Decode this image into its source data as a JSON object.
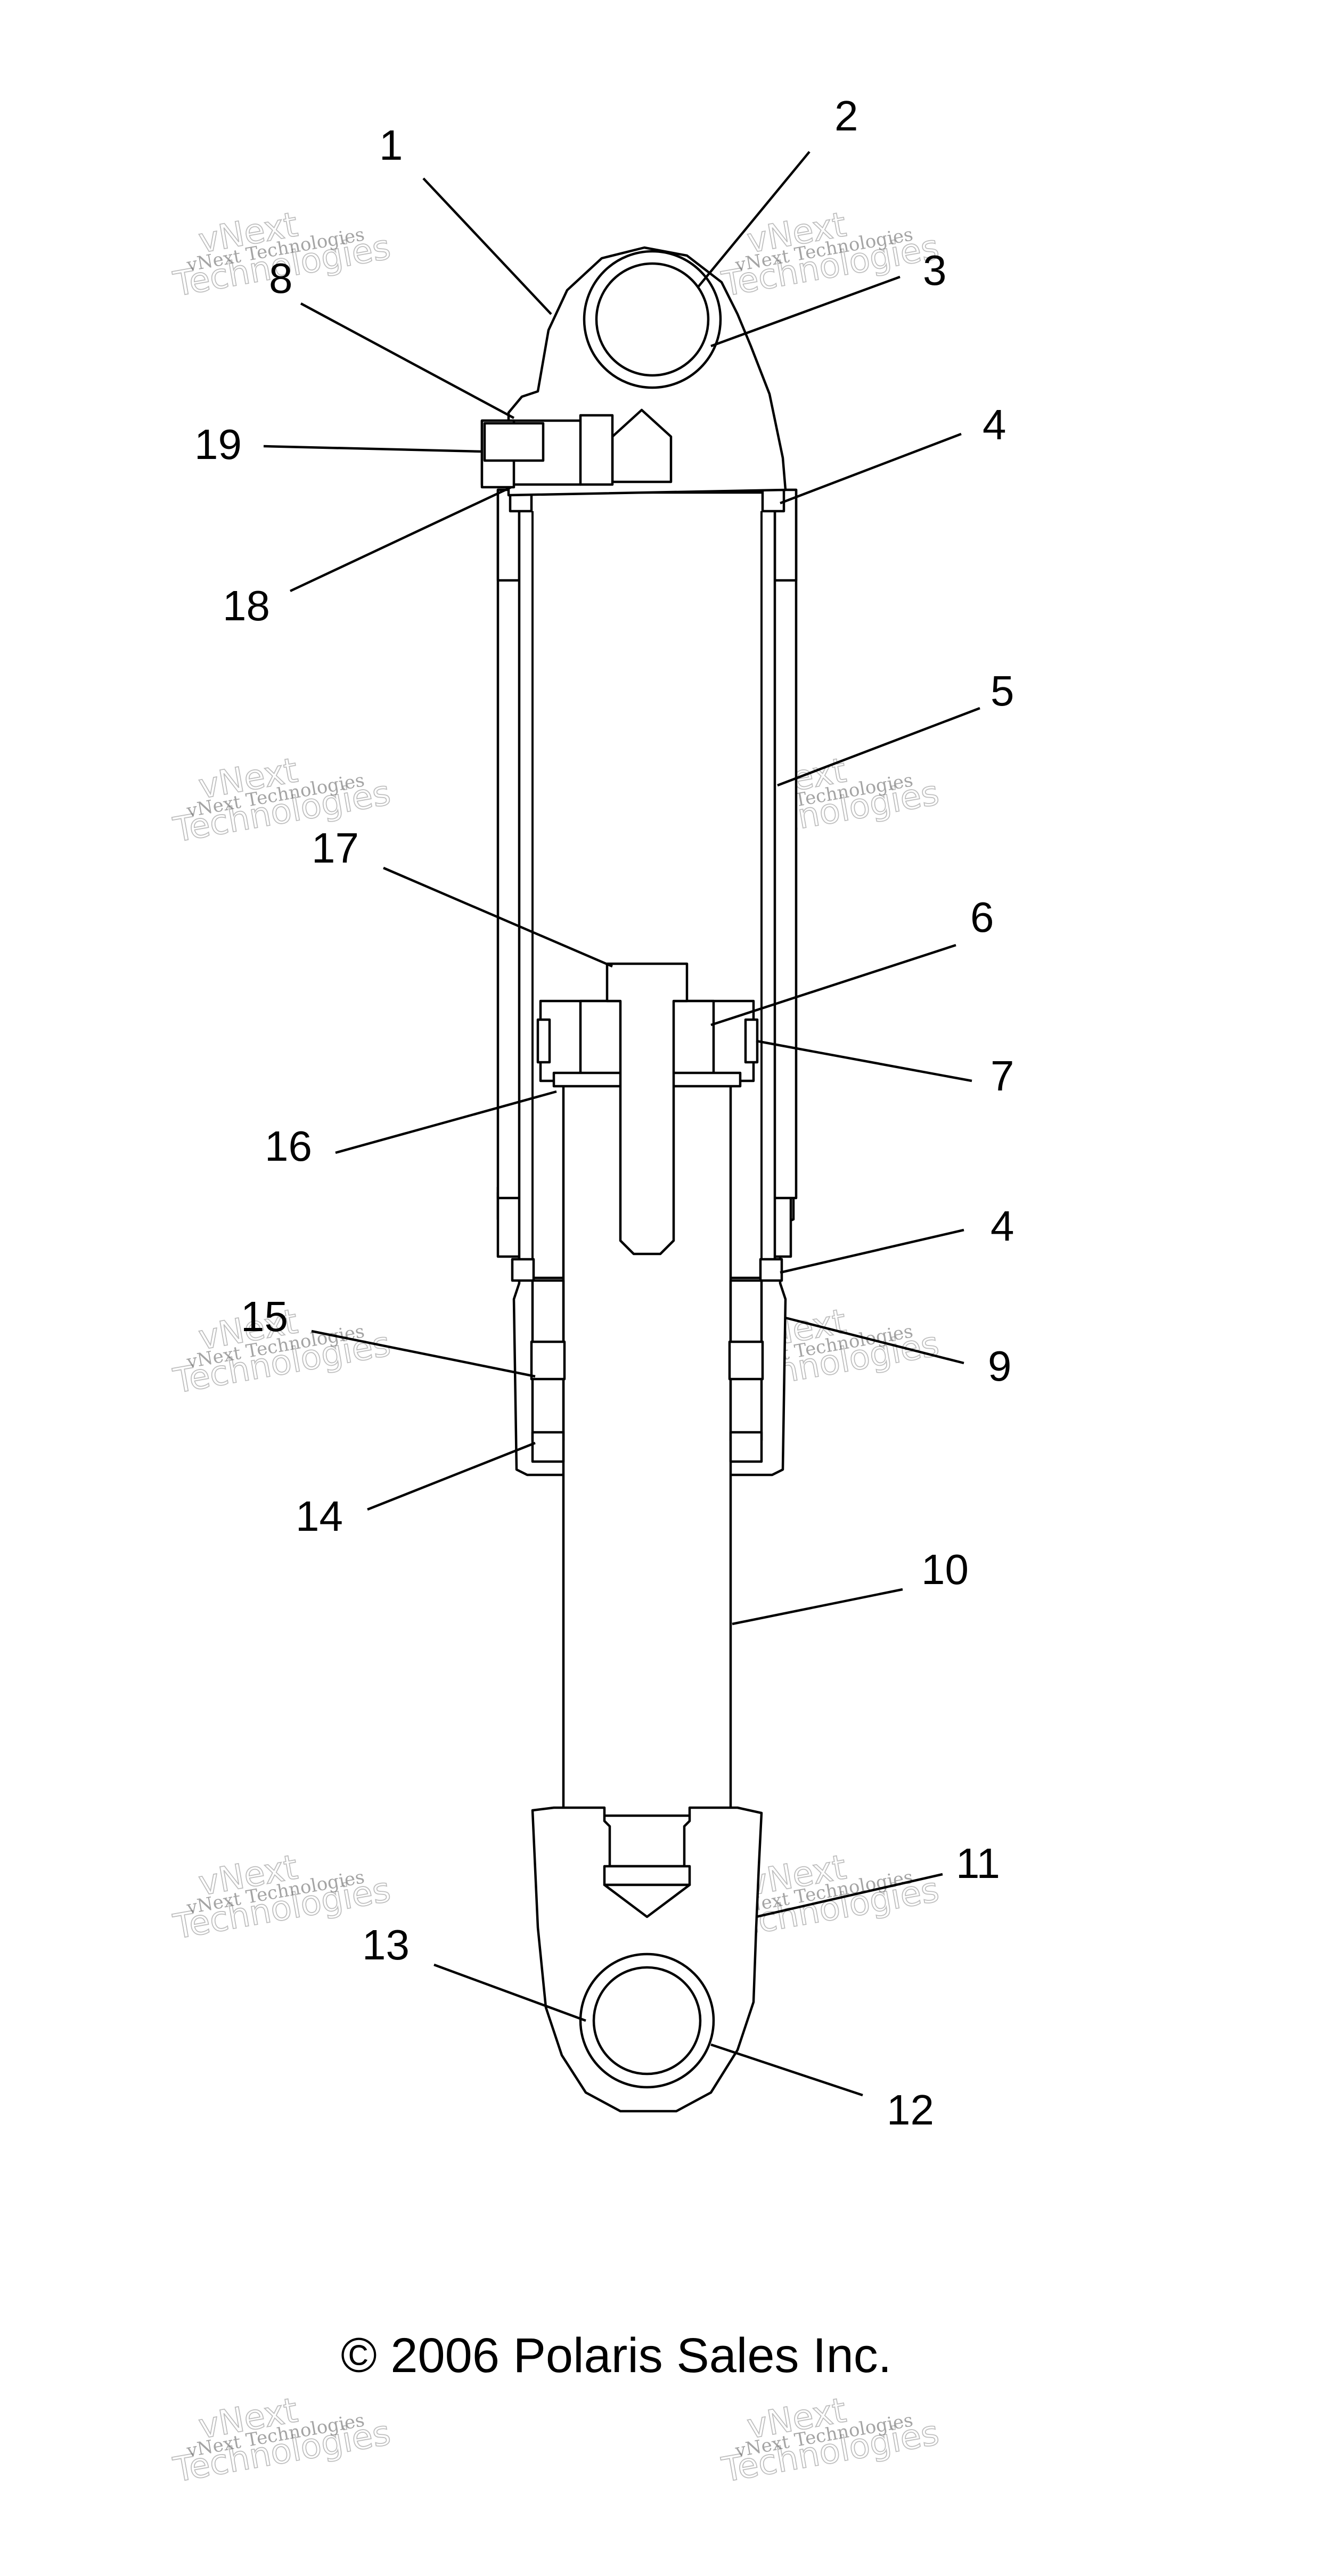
{
  "callouts": [
    {
      "label": "1"
    },
    {
      "label": "2"
    },
    {
      "label": "3"
    },
    {
      "label": "8"
    },
    {
      "label": "19"
    },
    {
      "label": "18"
    },
    {
      "label": "4"
    },
    {
      "label": "5"
    },
    {
      "label": "17"
    },
    {
      "label": "6"
    },
    {
      "label": "7"
    },
    {
      "label": "16"
    },
    {
      "label": "4"
    },
    {
      "label": "15"
    },
    {
      "label": "9"
    },
    {
      "label": "14"
    },
    {
      "label": "10"
    },
    {
      "label": "11"
    },
    {
      "label": "13"
    },
    {
      "label": "12"
    }
  ],
  "copyright": "© 2006 Polaris Sales Inc.",
  "watermark": {
    "line1": "vNext Technologies",
    "line2": "vNext",
    "line3": "Technologies"
  }
}
